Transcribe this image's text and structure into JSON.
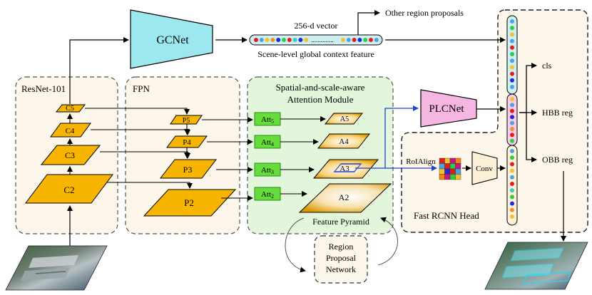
{
  "gcnet": {
    "label": "GCNet"
  },
  "vector": {
    "top_label": "256-d vector",
    "bottom_label": "Scene-level global context feature",
    "ellipsis": "..............",
    "dot_colors_left": [
      "#e41a1c",
      "#4aa3df",
      "#f2c12e",
      "#f28e2b",
      "#1f2bd1",
      "#2ecc40",
      "#e41a1c",
      "#39cccc",
      "#1f2bd1",
      "#f2c12e"
    ],
    "dot_colors_right": [
      "#f2c12e",
      "#4aa3df",
      "#e41a1c",
      "#1f2bd1",
      "#2ecc40",
      "#e41a1c",
      "#4aa3df"
    ]
  },
  "other_proposals": {
    "label": "Other region proposals"
  },
  "resnet": {
    "title": "ResNet-101",
    "levels": [
      "C5",
      "C4",
      "C3",
      "C2"
    ]
  },
  "fpn": {
    "title": "FPN",
    "levels": [
      "P5",
      "P4",
      "P3",
      "P2"
    ]
  },
  "attention_module": {
    "title_line1": "Spatial-and-scale-aware",
    "title_line2": "Attention Module",
    "att_blocks": [
      {
        "base": "Att",
        "sub": "5"
      },
      {
        "base": "Att",
        "sub": "4"
      },
      {
        "base": "Att",
        "sub": "3"
      },
      {
        "base": "Att",
        "sub": "2"
      }
    ],
    "features": [
      "A5",
      "A4",
      "A3",
      "A2"
    ],
    "pyramid_label": "Feature Pyramid"
  },
  "rpn": {
    "line1": "Region",
    "line2": "Proposal",
    "line3": "Network"
  },
  "plcnet": {
    "label": "PLCNet"
  },
  "head": {
    "title": "Fast RCNN Head",
    "roialign": "RoIAlign",
    "conv": "Conv",
    "grid_colors": [
      "#e41a1c",
      "#f2c12e",
      "#c71585",
      "#ff7f0e",
      "#4aa3df",
      "#e41a1c",
      "#2ecc40",
      "#c71585",
      "#f2c12e",
      "#1f2bd1",
      "#e41a1c",
      "#4aa3df",
      "#ff7f0e",
      "#c71585",
      "#2ecc40",
      "#f2c12e"
    ]
  },
  "outputs": [
    "cls",
    "HBB reg",
    "OBB reg"
  ],
  "colors": {
    "gcnet_fill": "#9de8ee",
    "plcnet_fill": "#f6b6e2",
    "feature_fill": "#f7b500",
    "att_fill": "#66dd3a",
    "panel_fill": "#fdf6ea",
    "attention_panel_fill": "#e3f6dc",
    "arrow_blue": "#1f3fd6"
  },
  "column_vector": {
    "top_colors": [
      "#4aa3df",
      "#2ecc40",
      "#f2c12e",
      "#4aa3df",
      "#e41a1c",
      "#2ecc40",
      "#4aa3df",
      "#f2c12e",
      "#e41a1c",
      "#1f2bd1",
      "#4aa3df"
    ],
    "mid_colors": [
      "#f2c12e",
      "#4aa3df",
      "#e41a1c",
      "#1f2bd1",
      "#4aa3df",
      "#f28e2b",
      "#e41a1c",
      "#2ecc40"
    ],
    "bottom_colors": [
      "#4aa3df",
      "#2ecc40",
      "#e41a1c",
      "#f2c12e",
      "#4aa3df",
      "#e41a1c",
      "#39cccc",
      "#2ecc40",
      "#1f2bd1",
      "#f28e2b",
      "#f2c12e"
    ]
  }
}
